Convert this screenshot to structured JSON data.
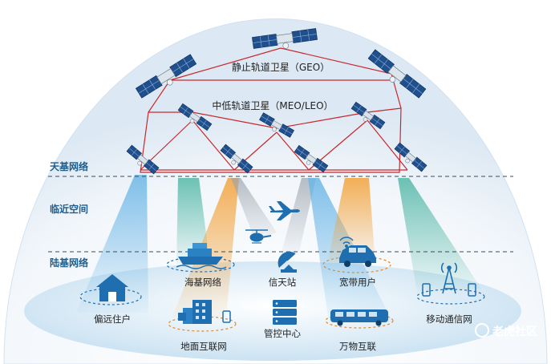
{
  "orbits": {
    "geo": "静止轨道卫星（GEO）",
    "meo_leo": "中低轨道卫星（MEO/LEO）"
  },
  "zones": {
    "space": "天基网络",
    "near_space": "临近空间",
    "ground": "陆基网络"
  },
  "nodes": {
    "remote_home": "偏远住户",
    "maritime": "海基网络",
    "ground_station": "信天站",
    "broadband_user": "宽带用户",
    "mobile_comm": "移动通信网",
    "ground_internet": "地面互联网",
    "control_center": "管控中心",
    "iot": "万物互联"
  },
  "watermark": "老虎社区",
  "colors": {
    "blue_beam": "#5aa8dc",
    "teal_beam": "#4ab5a8",
    "orange_beam": "#f2a640",
    "link_red": "#c8282d",
    "icon_blue": "#1f6fb0",
    "dome": "#e6eff7"
  }
}
